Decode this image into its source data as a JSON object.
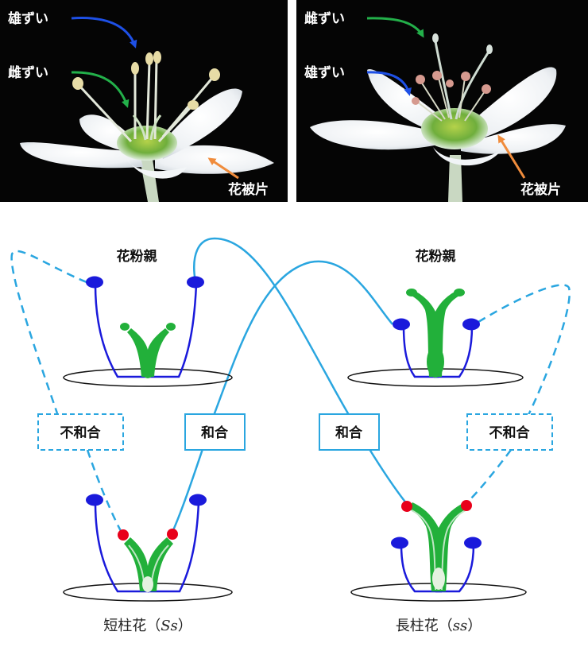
{
  "photos": {
    "short": {
      "stamen_label": "雄ずい",
      "pistil_label": "雌ずい",
      "tepal_label": "花被片"
    },
    "long": {
      "pistil_label": "雌ずい",
      "stamen_label": "雄ずい",
      "tepal_label": "花被片"
    }
  },
  "diagram": {
    "pollen_parent_left": "花粉親",
    "pollen_parent_right": "花粉親",
    "incompatible_left": "不和合",
    "compatible_left": "和合",
    "compatible_right": "和合",
    "incompatible_right": "不和合",
    "short_style": {
      "name": "短柱花",
      "open": "（",
      "genotype": "Ss",
      "close": "）"
    },
    "long_style": {
      "name": "長柱花",
      "open": "（",
      "genotype": "ss",
      "close": "）"
    }
  },
  "colors": {
    "anther": "#1a1adb",
    "stigma_receptive": "#e8001a",
    "pistil": "#22b03a",
    "pollination_line": "#2aa6e0",
    "arrow_stamen": "#1e50e6",
    "arrow_pistil": "#23b04a",
    "arrow_tepal": "#f08c3c"
  }
}
